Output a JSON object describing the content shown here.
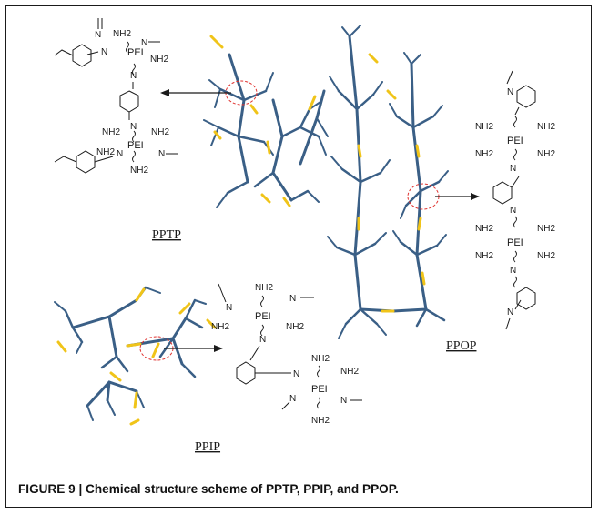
{
  "labels": {
    "pptp": "PPTP",
    "ppip": "PPIP",
    "ppop": "PPOP"
  },
  "chem": {
    "pei": "PEI",
    "nh2": "NH2",
    "n": "N"
  },
  "caption": "FIGURE 9 | Chemical structure scheme of PPTP, PPIP, and PPOP.",
  "colors": {
    "network_branch": "#3a5f86",
    "crosslink": "#f0c419",
    "highlight_circle": "#e0312e",
    "frame": "#1a1a1a"
  }
}
